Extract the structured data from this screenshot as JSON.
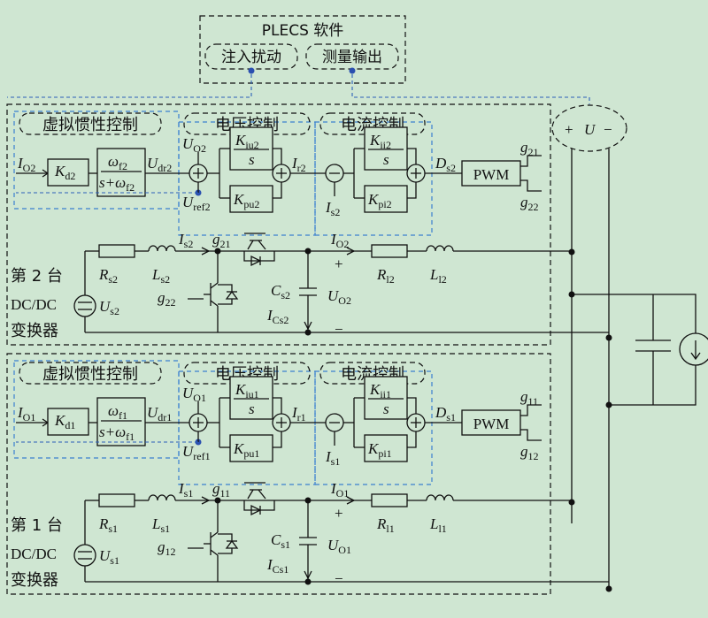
{
  "plecs": {
    "title": "PLECS 软件",
    "inject": "注入扰动",
    "measure": "测量输出"
  },
  "meter": {
    "plus": "+",
    "u": "U",
    "minus": "−"
  },
  "unit2": {
    "label_line1": "第 2 台",
    "label_line2": "DC/DC",
    "label_line3": "变换器",
    "vi_title": "虚拟惯性控制",
    "v_title": "电压控制",
    "c_title": "电流控制",
    "io": "I",
    "io_sub": "O2",
    "kd": "K",
    "kd_sub": "d2",
    "tf_num": "ω",
    "tf_num_sub": "f2",
    "tf_den": "s+ω",
    "tf_den_sub": "f2",
    "udr": "U",
    "udr_sub": "dr2",
    "uo": "U",
    "uo_sub": "O2",
    "uref": "U",
    "uref_sub": "ref2",
    "kiu": "K",
    "kiu_sub": "iu2",
    "s1": "s",
    "kpu": "K",
    "kpu_sub": "pu2",
    "ir": "I",
    "ir_sub": "r2",
    "is": "I",
    "is_sub": "s2",
    "kii": "K",
    "kii_sub": "ii2",
    "s2": "s",
    "kpi": "K",
    "kpi_sub": "pi2",
    "ds": "D",
    "ds_sub": "s2",
    "pwm": "PWM",
    "ga": "g",
    "ga_sub": "21",
    "gb": "g",
    "gb_sub": "22",
    "is_pow": "I",
    "is_pow_sub": "s2",
    "g_top": "g",
    "g_top_sub": "21",
    "g_bot": "g",
    "g_bot_sub": "22",
    "rs": "R",
    "rs_sub": "s2",
    "ls": "L",
    "ls_sub": "s2",
    "us": "U",
    "us_sub": "s2",
    "cs": "C",
    "cs_sub": "s2",
    "ic": "I",
    "ic_sub": "Cs2",
    "iout": "I",
    "iout_sub": "O2",
    "uout": "U",
    "uout_sub": "O2",
    "plus": "+",
    "minus": "−",
    "rl": "R",
    "rl_sub": "l2",
    "ll": "L",
    "ll_sub": "l2"
  },
  "unit1": {
    "label_line1": "第 1 台",
    "label_line2": "DC/DC",
    "label_line3": "变换器",
    "vi_title": "虚拟惯性控制",
    "v_title": "电压控制",
    "c_title": "电流控制",
    "io": "I",
    "io_sub": "O1",
    "kd": "K",
    "kd_sub": "d1",
    "tf_num": "ω",
    "tf_num_sub": "f1",
    "tf_den": "s+ω",
    "tf_den_sub": "f1",
    "udr": "U",
    "udr_sub": "dr1",
    "uo": "U",
    "uo_sub": "O1",
    "uref": "U",
    "uref_sub": "ref1",
    "kiu": "K",
    "kiu_sub": "iu1",
    "s1": "s",
    "kpu": "K",
    "kpu_sub": "pu1",
    "ir": "I",
    "ir_sub": "r1",
    "is": "I",
    "is_sub": "s1",
    "kii": "K",
    "kii_sub": "ii1",
    "s2": "s",
    "kpi": "K",
    "kpi_sub": "pi1",
    "ds": "D",
    "ds_sub": "s1",
    "pwm": "PWM",
    "ga": "g",
    "ga_sub": "11",
    "gb": "g",
    "gb_sub": "12",
    "is_pow": "I",
    "is_pow_sub": "s1",
    "g_top": "g",
    "g_top_sub": "11",
    "g_bot": "g",
    "g_bot_sub": "12",
    "rs": "R",
    "rs_sub": "s1",
    "ls": "L",
    "ls_sub": "s1",
    "us": "U",
    "us_sub": "s1",
    "cs": "C",
    "cs_sub": "s1",
    "ic": "I",
    "ic_sub": "Cs1",
    "iout": "I",
    "iout_sub": "O1",
    "uout": "U",
    "uout_sub": "O1",
    "plus": "+",
    "minus": "−",
    "rl": "R",
    "rl_sub": "l1",
    "ll": "L",
    "ll_sub": "l1"
  }
}
